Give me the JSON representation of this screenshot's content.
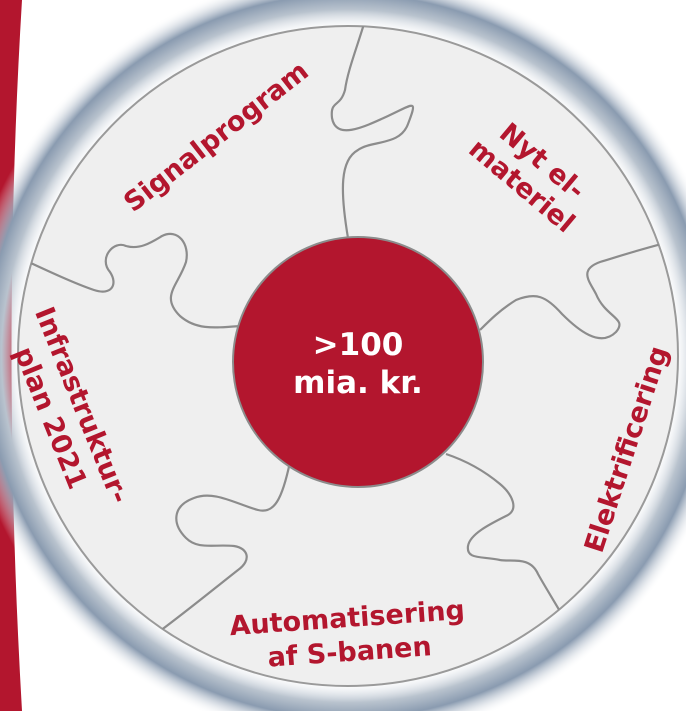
{
  "colors": {
    "accent": "#b3162e",
    "ring": "#8a9bb0",
    "puzzle_fill": "#efefef",
    "seam": "#8c8c8c",
    "center_text": "#ffffff"
  },
  "center": {
    "line1": ">100",
    "line2": "mia. kr."
  },
  "pieces": {
    "signal": {
      "label": "Signalprogram"
    },
    "materiel": {
      "line1": "Nyt el-",
      "line2": "materiel"
    },
    "elektrificering": {
      "label": "Elektrificering"
    },
    "automatisering": {
      "line1": "Automatisering",
      "line2": "af S-banen"
    },
    "infrastruktur": {
      "line1": "Infrastruktur-",
      "line2": "plan 2021"
    }
  }
}
